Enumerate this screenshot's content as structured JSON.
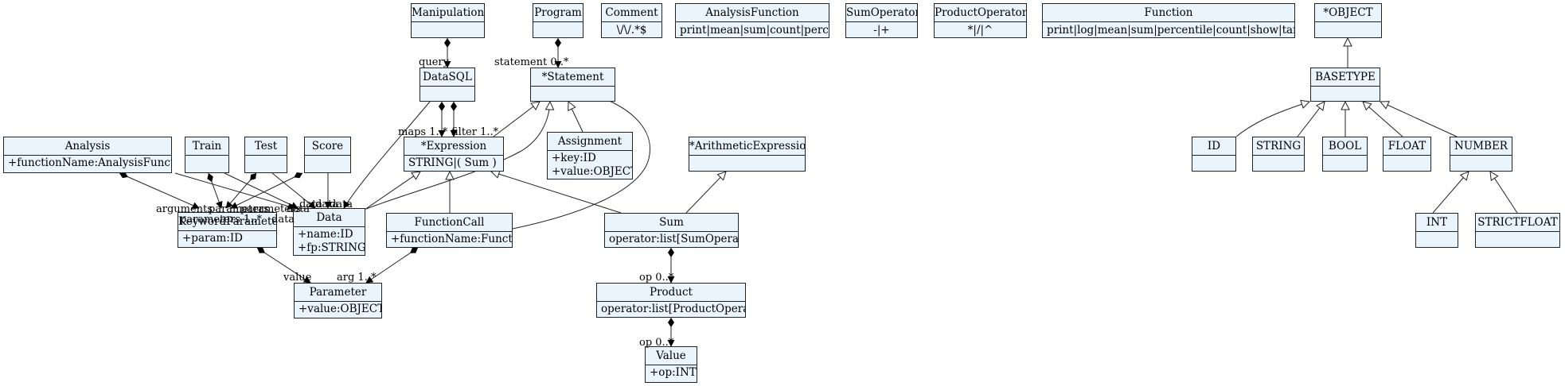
{
  "classes": {
    "manipulation": {
      "name": "Manipulation",
      "attrs": []
    },
    "program": {
      "name": "Program",
      "attrs": []
    },
    "comment": {
      "name": "Comment",
      "attrs": [
        "\\/\\/.*$"
      ]
    },
    "analysis_function": {
      "name": "AnalysisFunction",
      "attrs": [
        "print|mean|sum|count|percentile"
      ]
    },
    "sum_operator": {
      "name": "SumOperator",
      "attrs": [
        "-|+"
      ]
    },
    "product_operator": {
      "name": "ProductOperator",
      "attrs": [
        "*|/|^"
      ]
    },
    "function": {
      "name": "Function",
      "attrs": [
        "print|log|mean|sum|percentile|count|show|target|results"
      ]
    },
    "object": {
      "name": "*OBJECT",
      "attrs": []
    },
    "datasql": {
      "name": "DataSQL",
      "attrs": []
    },
    "statement": {
      "name": "*Statement",
      "attrs": []
    },
    "basetype": {
      "name": "BASETYPE",
      "attrs": []
    },
    "analysis": {
      "name": "Analysis",
      "attrs": [
        "+functionName:AnalysisFunction"
      ]
    },
    "train": {
      "name": "Train",
      "attrs": []
    },
    "test": {
      "name": "Test",
      "attrs": []
    },
    "score": {
      "name": "Score",
      "attrs": []
    },
    "expression": {
      "name": "*Expression",
      "attrs": [
        "STRING|( Sum )"
      ]
    },
    "assignment": {
      "name": "Assignment",
      "attrs": [
        "+key:ID",
        "+value:OBJECT"
      ]
    },
    "arithmetic_expression": {
      "name": "*ArithmeticExpression",
      "attrs": []
    },
    "id": {
      "name": "ID",
      "attrs": []
    },
    "string": {
      "name": "STRING",
      "attrs": []
    },
    "bool": {
      "name": "BOOL",
      "attrs": []
    },
    "float": {
      "name": "FLOAT",
      "attrs": []
    },
    "number": {
      "name": "NUMBER",
      "attrs": []
    },
    "keyword_parameter": {
      "name": "KeywordParameter",
      "attrs": [
        "+param:ID"
      ]
    },
    "data": {
      "name": "Data",
      "attrs": [
        "+name:ID",
        "+fp:STRING"
      ]
    },
    "function_call": {
      "name": "FunctionCall",
      "attrs": [
        "+functionName:Function"
      ]
    },
    "sum": {
      "name": "Sum",
      "attrs": [
        "operator:list[SumOperator]"
      ]
    },
    "int": {
      "name": "INT",
      "attrs": []
    },
    "strictfloat": {
      "name": "STRICTFLOAT",
      "attrs": []
    },
    "parameter": {
      "name": "Parameter",
      "attrs": [
        "+value:OBJECT"
      ]
    },
    "product": {
      "name": "Product",
      "attrs": [
        "operator:list[ProductOperator]"
      ]
    },
    "value": {
      "name": "Value",
      "attrs": [
        "+op:INT"
      ]
    }
  },
  "labels": {
    "query": "query",
    "statement_multiplicity": "statement 0..*",
    "maps": "maps 1..*",
    "filter": "filter 1..*",
    "arguments": "arguments",
    "parameters_1": "parameters 1..*",
    "parameters_a": "parameters",
    "parameters_b": "parameters",
    "data_1": "data",
    "data_2": "data",
    "data_3": "data",
    "data_4": "data",
    "data_5": "data",
    "value_role": "value",
    "arg_multiplicity": "arg 1..*",
    "sum_op": "op 0..*",
    "product_op": "op 0..*"
  }
}
